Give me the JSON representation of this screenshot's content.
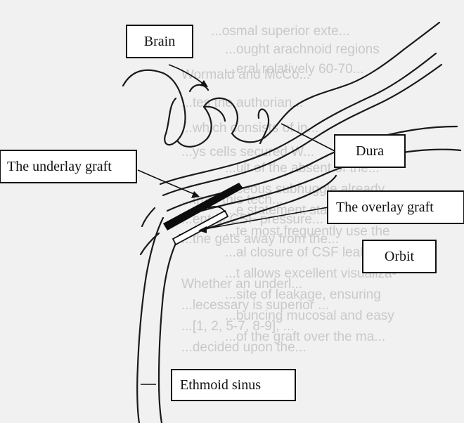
{
  "labels": {
    "brain": "Brain",
    "dura": "Dura",
    "underlay_graft": "The underlay graft",
    "overlay_graft": "The overlay graft",
    "orbit": "Orbit",
    "ethmoid_sinus": "Ethmoid sinus"
  },
  "background_text": [
    "...osmal superior exte...",
    "...ought arachnoid regions",
    "...eral relatively 60-70...",
    "Wormald and McCo...",
    "...tes the  authorian...",
    "...which consists of in...",
    "...ys cells secured W...",
    "...ult of the  absent of the...",
    "...ceous subnuggle already",
    "...e statement statement...",
    "...te most frequently use the",
    "...al closure of CSF leaks in",
    "...t allows excellent visualiza-",
    "...site of leakage, ensuring",
    "...buncing mucosal and easy",
    "...of the graft over the ma...",
    "...than this tech...",
    "...ent of CSF pressure...",
    "...the gets away from the...",
    "Whether an underl...",
    "...lecessary is superior ...",
    "...[1, 2, 5-7, 8-9], ...",
    "...decided upon the..."
  ]
}
